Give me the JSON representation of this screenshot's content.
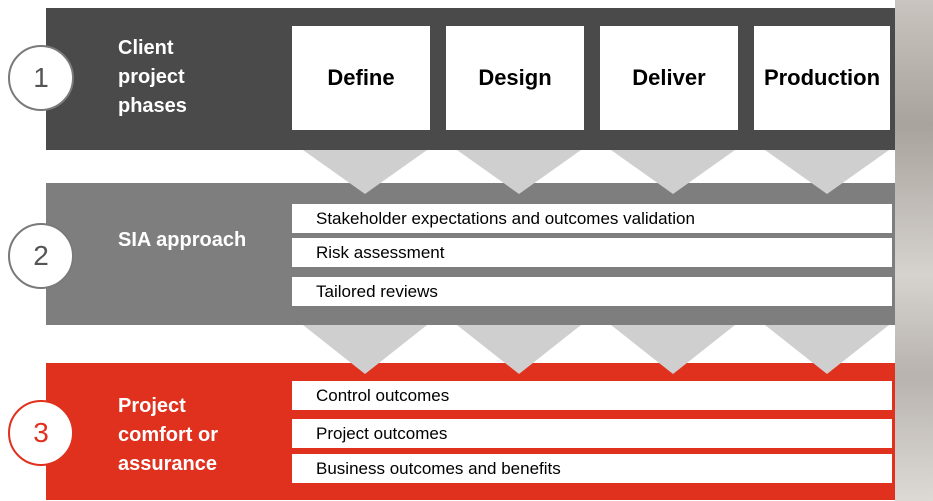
{
  "colors": {
    "band_dark": "#4a4a4a",
    "band_mid": "#7e7e7e",
    "band_accent": "#e0301e",
    "arrow": "#cfcfcf"
  },
  "sections": [
    {
      "number": "1",
      "title": "Client project phases",
      "phases": [
        "Define",
        "Design",
        "Deliver",
        "Production"
      ]
    },
    {
      "number": "2",
      "title": "SIA approach",
      "items": [
        "Stakeholder expectations and outcomes validation",
        "Risk assessment",
        "Tailored reviews"
      ]
    },
    {
      "number": "3",
      "title": "Project comfort or assurance",
      "items": [
        "Control outcomes",
        "Project outcomes",
        "Business outcomes and benefits"
      ]
    }
  ]
}
